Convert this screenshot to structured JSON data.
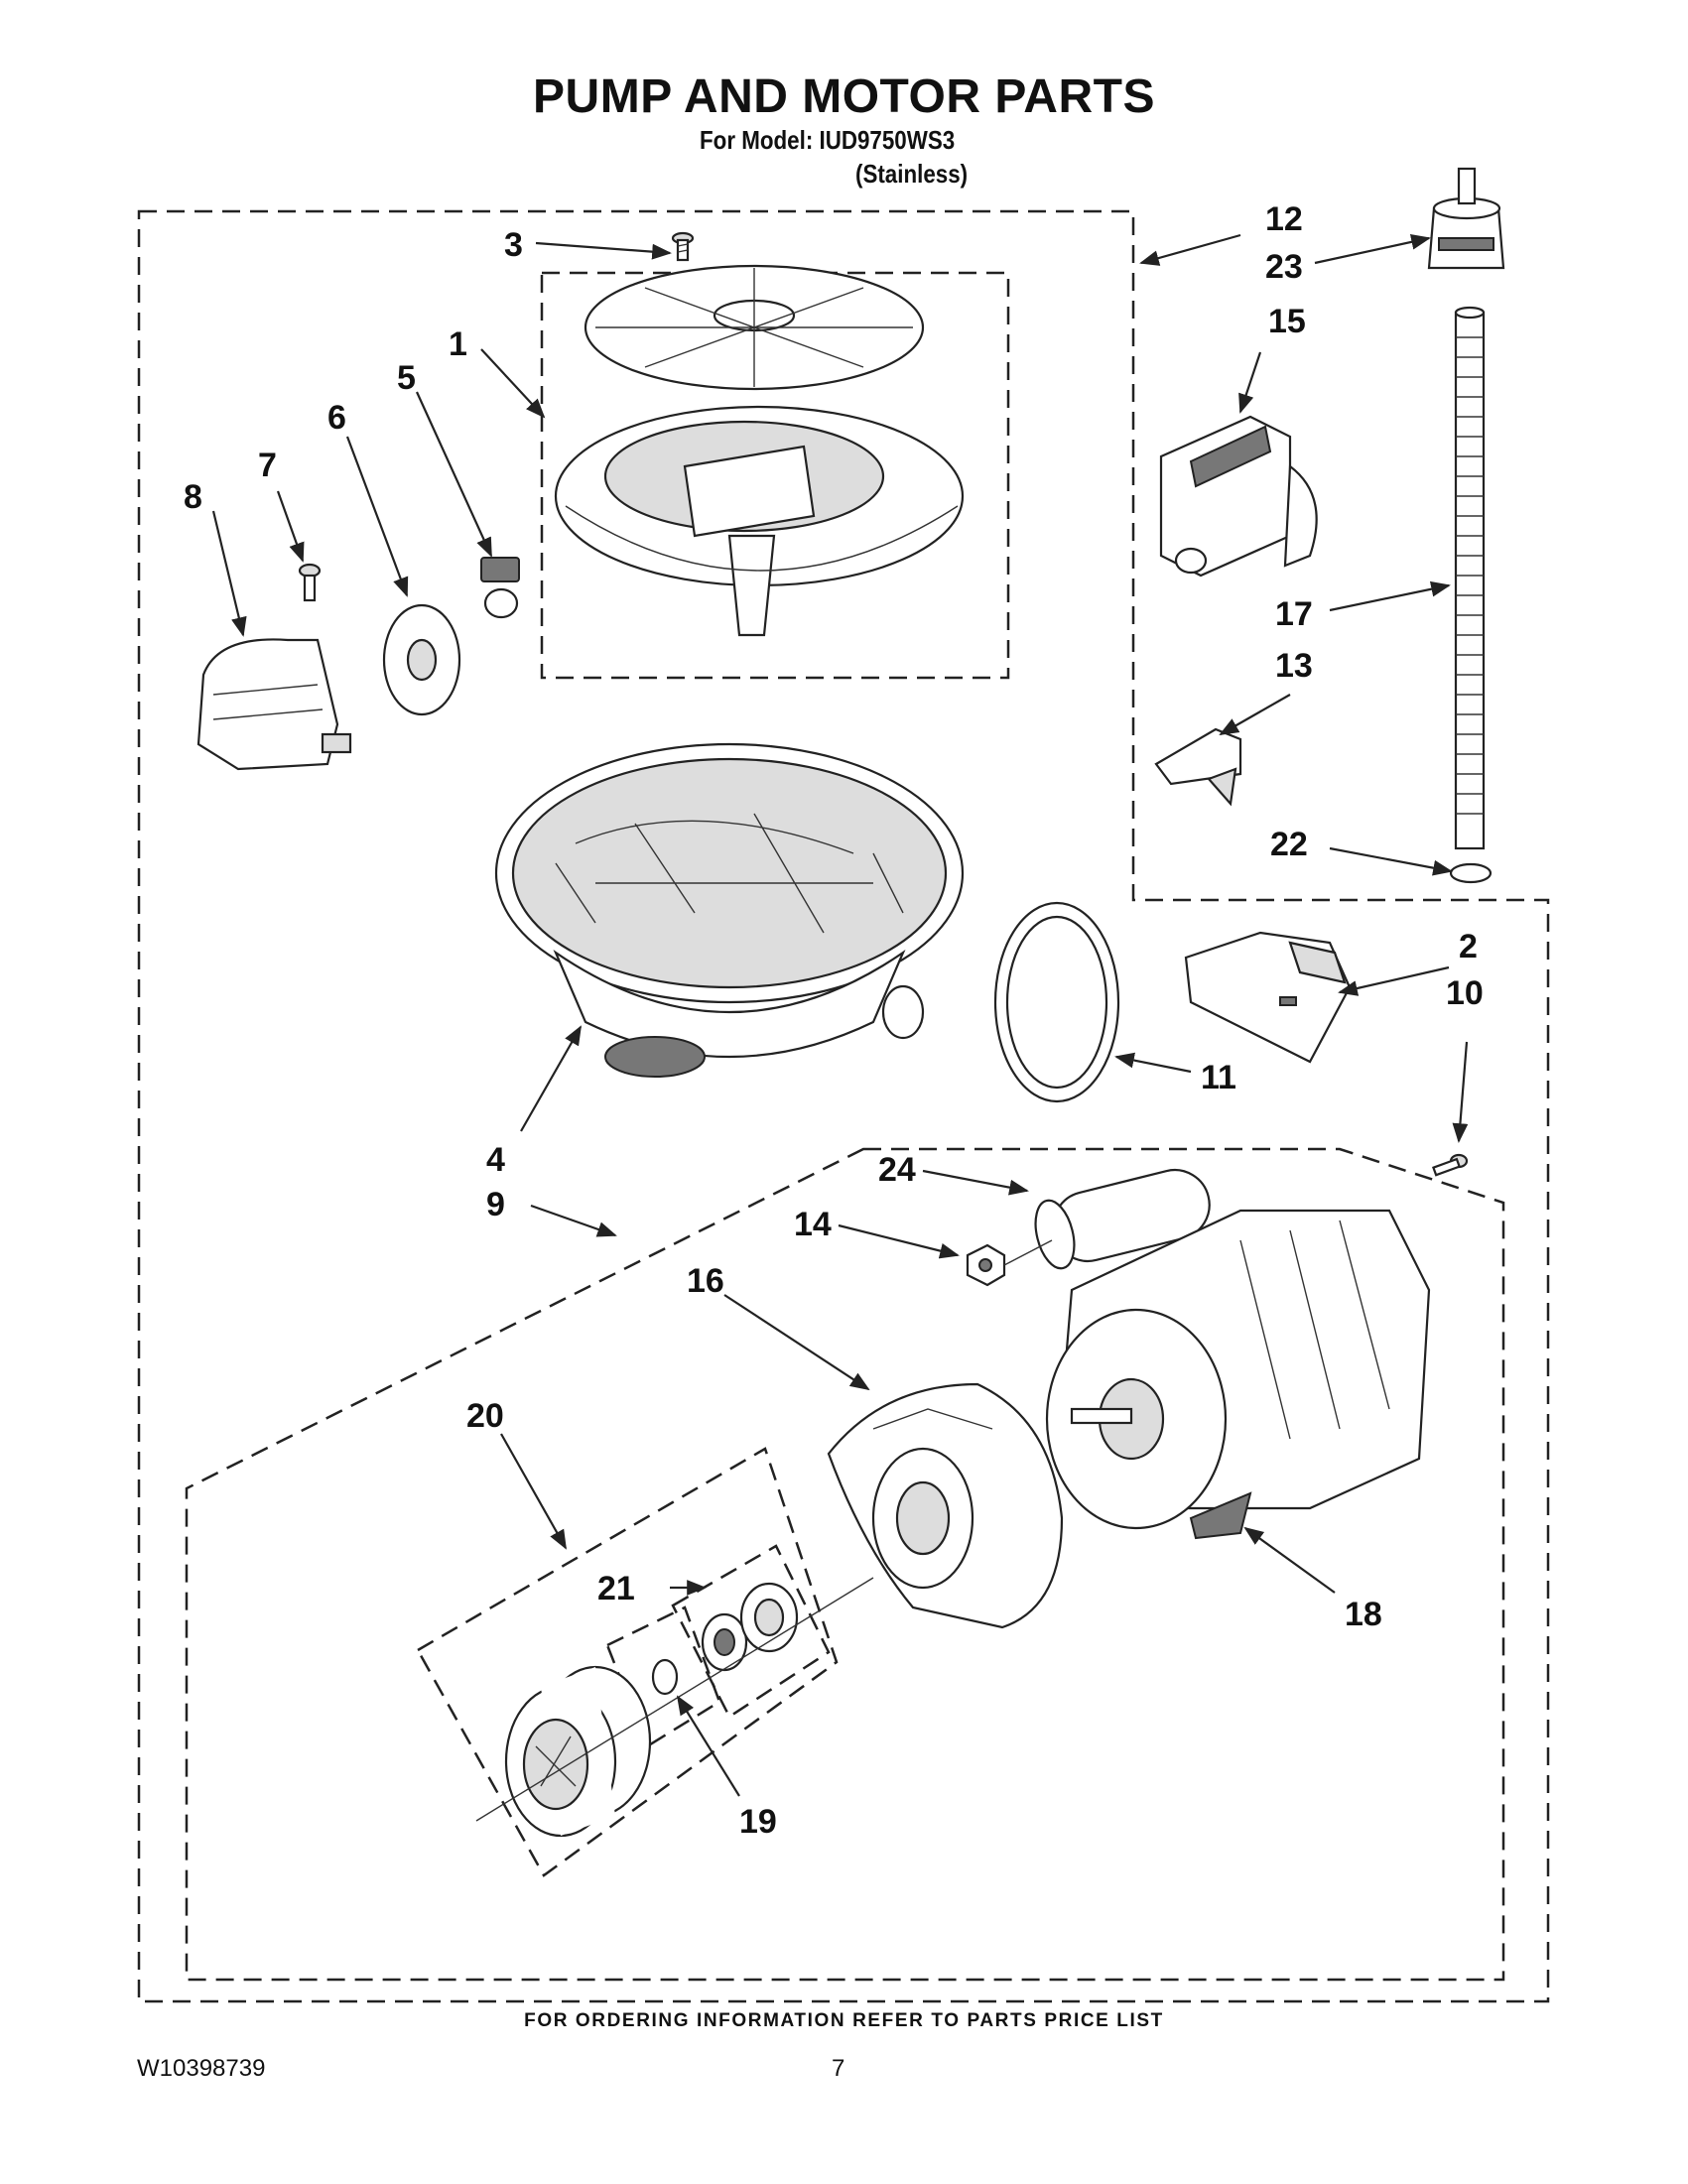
{
  "header": {
    "title": "PUMP AND MOTOR PARTS",
    "model_line": "For Model: IUD9750WS3",
    "finish_line": "(Stainless)"
  },
  "callouts": {
    "c1": "1",
    "c2": "2",
    "c3": "3",
    "c4": "4",
    "c5": "5",
    "c6": "6",
    "c7": "7",
    "c8": "8",
    "c9": "9",
    "c10": "10",
    "c11": "11",
    "c12": "12",
    "c13": "13",
    "c14": "14",
    "c15": "15",
    "c16": "16",
    "c17": "17",
    "c18": "18",
    "c19": "19",
    "c20": "20",
    "c21": "21",
    "c22": "22",
    "c23": "23",
    "c24": "24"
  },
  "footer": {
    "ordering_note": "FOR ORDERING INFORMATION REFER TO PARTS PRICE LIST",
    "document_number": "W10398739",
    "page_number": "7"
  }
}
